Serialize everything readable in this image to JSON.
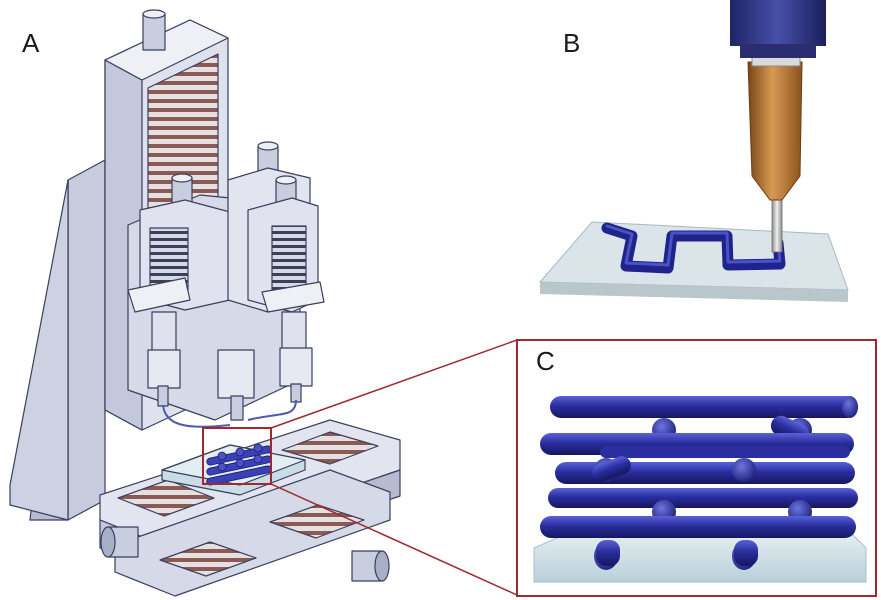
{
  "panels": {
    "a": {
      "label": "A"
    },
    "b": {
      "label": "B"
    },
    "c": {
      "label": "C"
    }
  },
  "colors": {
    "machine": "#d9dce9",
    "machine_dark": "#b9bfd6",
    "outline": "#3a3f5c",
    "vent": "#8a5a55",
    "filament": "#2a2d9a",
    "filament_light": "#4b52c8",
    "nozzle": "#b8782f",
    "zoom_frame": "#a0282e",
    "glass": "#c9dde6"
  }
}
